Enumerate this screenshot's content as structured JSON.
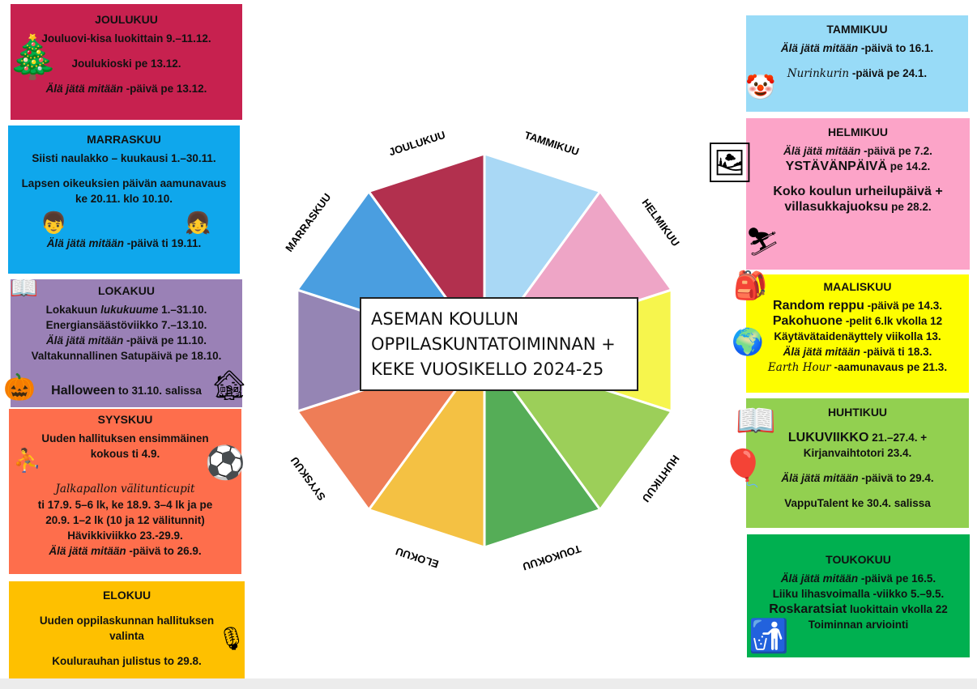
{
  "center_title": [
    "ASEMAN KOULUN",
    "OPPILASKUNTATOIMINNAN +",
    "KEKE VUOSIKELLO 2024-25"
  ],
  "wheel": {
    "segments": [
      {
        "label": "TAMMIKUU",
        "color": "#a9d8f5"
      },
      {
        "label": "HELMIKUU",
        "color": "#eea5c6"
      },
      {
        "label": "MAALISKUU",
        "color": "#f6f54d"
      },
      {
        "label": "HUHTIKUU",
        "color": "#9ccf59"
      },
      {
        "label": "TOUKOKUU",
        "color": "#55ad57"
      },
      {
        "label": "ELOKUU",
        "color": "#f4c143"
      },
      {
        "label": "SYYSKUU",
        "color": "#ee7d57"
      },
      {
        "label": "LOKAKUU",
        "color": "#9585b4"
      },
      {
        "label": "MARRASKUU",
        "color": "#4a9ee0"
      },
      {
        "label": "JOULUKUU",
        "color": "#b2304e"
      }
    ]
  },
  "boxes": {
    "joulukuu": {
      "title": "JOULUKUU",
      "color": "#c7214f",
      "lines": [
        [
          {
            "t": "Jouluovi-kisa luokittain 9.–11.12."
          }
        ],
        [
          {
            "t": "Joulukioski pe 13.12.",
            "g": 1
          }
        ],
        [
          {
            "t": "Älä jätä mitään",
            "s": "it",
            "g": 1
          },
          {
            "t": " -päivä pe 13.12."
          }
        ]
      ]
    },
    "marraskuu": {
      "title": "MARRASKUU",
      "color": "#0fa7ec",
      "lines": [
        [
          {
            "t": "Siisti naulakko – kuukausi 1.–30.11."
          }
        ],
        [
          {
            "t": "Lapsen oikeuksien päivän aamunavaus",
            "g": 1
          }
        ],
        [
          {
            "t": "ke 20.11. klo 10.10."
          }
        ],
        [
          {
            "t": "Älä jätä mitään",
            "s": "it",
            "g": 3
          },
          {
            "t": " -päivä ti 19.11."
          }
        ]
      ]
    },
    "lokakuu": {
      "title": "LOKAKUU",
      "color": "#9a81b6",
      "lines": [
        [
          {
            "t": "Lokakuun "
          },
          {
            "t": "lukukuume",
            "s": "it"
          },
          {
            "t": " 1.–31.10."
          }
        ],
        [
          {
            "t": "Energiansäästöviikko 7.–13.10."
          }
        ],
        [
          {
            "t": "Älä jätä mitään",
            "s": "it"
          },
          {
            "t": " -päivä pe 11.10."
          }
        ],
        [
          {
            "t": "Valtakunnallinen Satupäivä pe 18.10."
          }
        ],
        [
          {
            "t": "Halloween",
            "s": "big",
            "g": 2
          },
          {
            "t": " to 31.10. salissa"
          }
        ]
      ]
    },
    "syyskuu": {
      "title": "SYYSKUU",
      "color": "#fe6e4c",
      "lines": [
        [
          {
            "t": "Uuden hallituksen ensimmäinen"
          }
        ],
        [
          {
            "t": "kokous ti 4.9."
          }
        ],
        [
          {
            "t": "Jalkapallon välitunticupit",
            "s": "script",
            "g": 2
          }
        ],
        [
          {
            "t": "ti 17.9. 5–6 lk, ke 18.9. 3–4 lk ja pe"
          }
        ],
        [
          {
            "t": "20.9. 1–2 lk (10 ja 12 välitunnit)"
          }
        ],
        [
          {
            "t": "Hävikkiviikko 23.-29.9."
          }
        ],
        [
          {
            "t": "Älä jätä mitään",
            "s": "it"
          },
          {
            "t": " -päivä to 26.9."
          }
        ]
      ]
    },
    "elokuu": {
      "title": "ELOKUU",
      "color": "#fec000",
      "lines": [
        [
          {
            "t": "Uuden oppilaskunnan hallituksen",
            "g": 1
          }
        ],
        [
          {
            "t": "valinta"
          }
        ],
        [
          {
            "t": "Koulurauhan julistus to 29.8.",
            "g": 1
          }
        ]
      ]
    },
    "tammikuu": {
      "title": "TAMMIKUU",
      "color": "#98dbf7",
      "lines": [
        [
          {
            "t": "Älä jätä mitään",
            "s": "it"
          },
          {
            "t": " -päivä to 16.1."
          }
        ],
        [
          {
            "t": "Nurinkurin",
            "s": "script",
            "g": 1
          },
          {
            "t": " -päivä pe 24.1."
          }
        ]
      ]
    },
    "helmikuu": {
      "title": "HELMIKUU",
      "color": "#fca4c8",
      "lines": [
        [
          {
            "t": "Älä jätä mitään",
            "s": "it"
          },
          {
            "t": " -päivä pe 7.2."
          }
        ],
        [
          {
            "t": "YSTÄVÄNPÄIVÄ",
            "s": "big"
          },
          {
            "t": " pe 14.2."
          }
        ],
        [
          {
            "t": "Koko koulun urheilupäivä +",
            "s": "big",
            "g": 1
          }
        ],
        [
          {
            "t": "villasukkajuoksu",
            "s": "big"
          },
          {
            "t": " pe 28.2."
          }
        ]
      ]
    },
    "maaliskuu": {
      "title": "MAALISKUU",
      "color": "#fefe00",
      "lines": [
        [
          {
            "t": "Random reppu",
            "s": "big"
          },
          {
            "t": " -päivä pe 14.3."
          }
        ],
        [
          {
            "t": "Pakohuone",
            "s": "big"
          },
          {
            "t": " -pelit 6.lk vkolla 12"
          }
        ],
        [
          {
            "t": "Käytävätaidenäyttely viikolla 13."
          }
        ],
        [
          {
            "t": "Älä jätä mitään",
            "s": "it"
          },
          {
            "t": " -päivä ti 18.3."
          }
        ],
        [
          {
            "t": "Earth Hour",
            "s": "script"
          },
          {
            "t": " -aamunavaus pe 21.3."
          }
        ]
      ]
    },
    "huhtikuu": {
      "title": "HUHTIKUU",
      "color": "#92d050",
      "lines": [
        [
          {
            "t": "LUKUVIIKKO",
            "s": "big",
            "g": 1
          },
          {
            "t": " 21.–27.4. +"
          }
        ],
        [
          {
            "t": "Kirjanvaihtotori 23.4."
          }
        ],
        [
          {
            "t": "Älä jätä mitään",
            "s": "it",
            "g": 1
          },
          {
            "t": " -päivä to 29.4."
          }
        ],
        [
          {
            "t": "VappuTalent ke 30.4. salissa",
            "g": 1
          }
        ]
      ]
    },
    "toukokuu": {
      "title": "TOUKOKUU",
      "color": "#00b050",
      "lines": [
        [
          {
            "t": "Älä jätä mitään",
            "s": "it"
          },
          {
            "t": " -päivä pe 16.5."
          }
        ],
        [
          {
            "t": "Liiku lihasvoimalla -viikko 5.–9.5."
          }
        ],
        [
          {
            "t": "Roskaratsiat",
            "s": "big"
          },
          {
            "t": " luokittain vkolla 22"
          }
        ],
        [
          {
            "t": "Toiminnan arviointi"
          }
        ]
      ]
    }
  }
}
